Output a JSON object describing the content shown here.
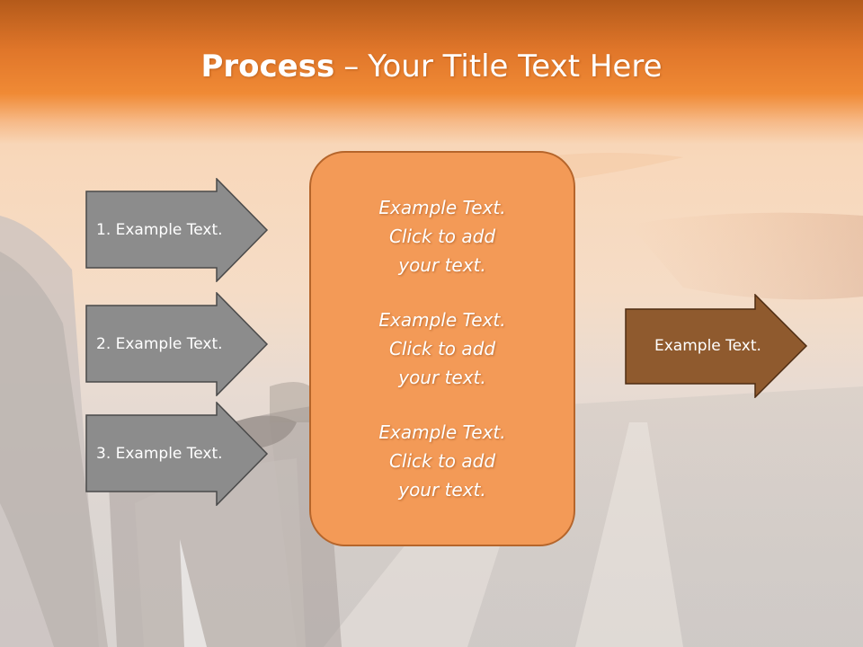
{
  "title": {
    "bold": "Process",
    "dash": "–",
    "rest": "Your Title Text Here"
  },
  "left_arrows": [
    {
      "label": "1. Example Text."
    },
    {
      "label": "2. Example Text."
    },
    {
      "label": "3. Example Text."
    }
  ],
  "center_blocks": [
    {
      "line1": "Example Text.",
      "line2": "Click  to add",
      "line3": "your text."
    },
    {
      "line1": "Example Text.",
      "line2": "Click  to add",
      "line3": "your text."
    },
    {
      "line1": "Example Text.",
      "line2": "Click  to add",
      "line3": "your text."
    }
  ],
  "right_arrow": {
    "label": "Example Text."
  },
  "colors": {
    "title_band": "#e0762a",
    "left_arrow_fill": "#8c8c8c",
    "center_box_fill": "#f39a57",
    "right_arrow_fill": "#8f5a2e"
  }
}
